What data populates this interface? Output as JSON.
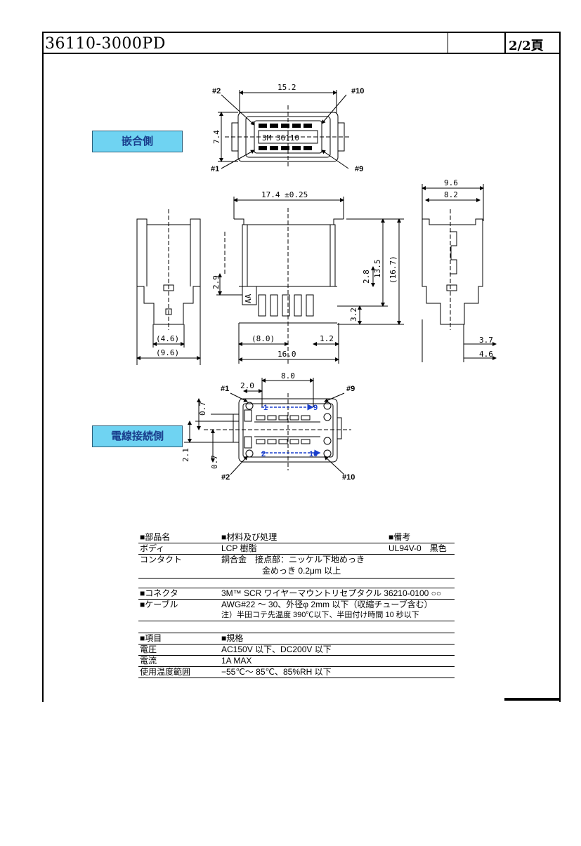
{
  "header": {
    "doc_number": "36110-3000PD",
    "page": "2/2頁"
  },
  "badges": {
    "mating_side": "嵌合側",
    "wire_side": "電線接続側"
  },
  "drawing": {
    "pin_labels": {
      "p1": "#1",
      "p2": "#2",
      "p9": "#9",
      "p10": "#10"
    },
    "dims": {
      "d15_2": "15.2",
      "d7_4": "7.4",
      "d17_4": "17.4 ±0.25",
      "d9_6_top": "9.6",
      "d8_2": "8.2",
      "d2_9": "2.9",
      "d2_8": "2.8",
      "d13_5": "13.5",
      "d16_7": "(16.7)",
      "d3_2": "3.2",
      "d8_0_mid": "(8.0)",
      "d1_2": "1.2",
      "d16_0": "16.0",
      "d4_6_left": "(4.6)",
      "d9_6_left": "(9.6)",
      "d3_7": "3.7",
      "d4_6_right": "4.6",
      "d8_0_bot": "8.0",
      "d2_0": "2.0",
      "d0_7_a": "0.7",
      "d2_1": "2.1",
      "d0_7_b": "0.7"
    },
    "part_marks": {
      "aa": "AA",
      "model": "3M 36110"
    },
    "arrow_labels": {
      "a1": "1",
      "a9": "9",
      "a2": "2",
      "a10": "10"
    }
  },
  "materials": {
    "headers": [
      "■部品名",
      "■材料及び処理",
      "■備考"
    ],
    "rows": [
      {
        "name": "ボディ",
        "material": "LCP 樹脂",
        "note": "UL94V-0　黒色"
      },
      {
        "name": "コンタクト",
        "material": "銅合金　接点部：ニッケル下地めっき",
        "material2": "金めっき 0.2μm 以上",
        "note": ""
      }
    ]
  },
  "mating": {
    "connector_label": "■コネクタ",
    "connector_value": "3M™ SCR ワイヤーマウントリセプタクル 36210-0100 ○○",
    "cable_label": "■ケーブル",
    "cable_value": "AWG#22 ～ 30、外径φ 2mm 以下（収縮チューブ含む）",
    "cable_note": "注）半田コテ先温度 390℃以下、半田付け時間 10 秒以下"
  },
  "specs": {
    "headers": [
      "■項目",
      "■規格"
    ],
    "rows": [
      {
        "item": "電圧",
        "value": "AC150V 以下、DC200V 以下"
      },
      {
        "item": "電流",
        "value": "1A MAX"
      },
      {
        "item": "使用温度範囲",
        "value": "−55℃～ 85℃、85%RH 以下"
      }
    ]
  }
}
